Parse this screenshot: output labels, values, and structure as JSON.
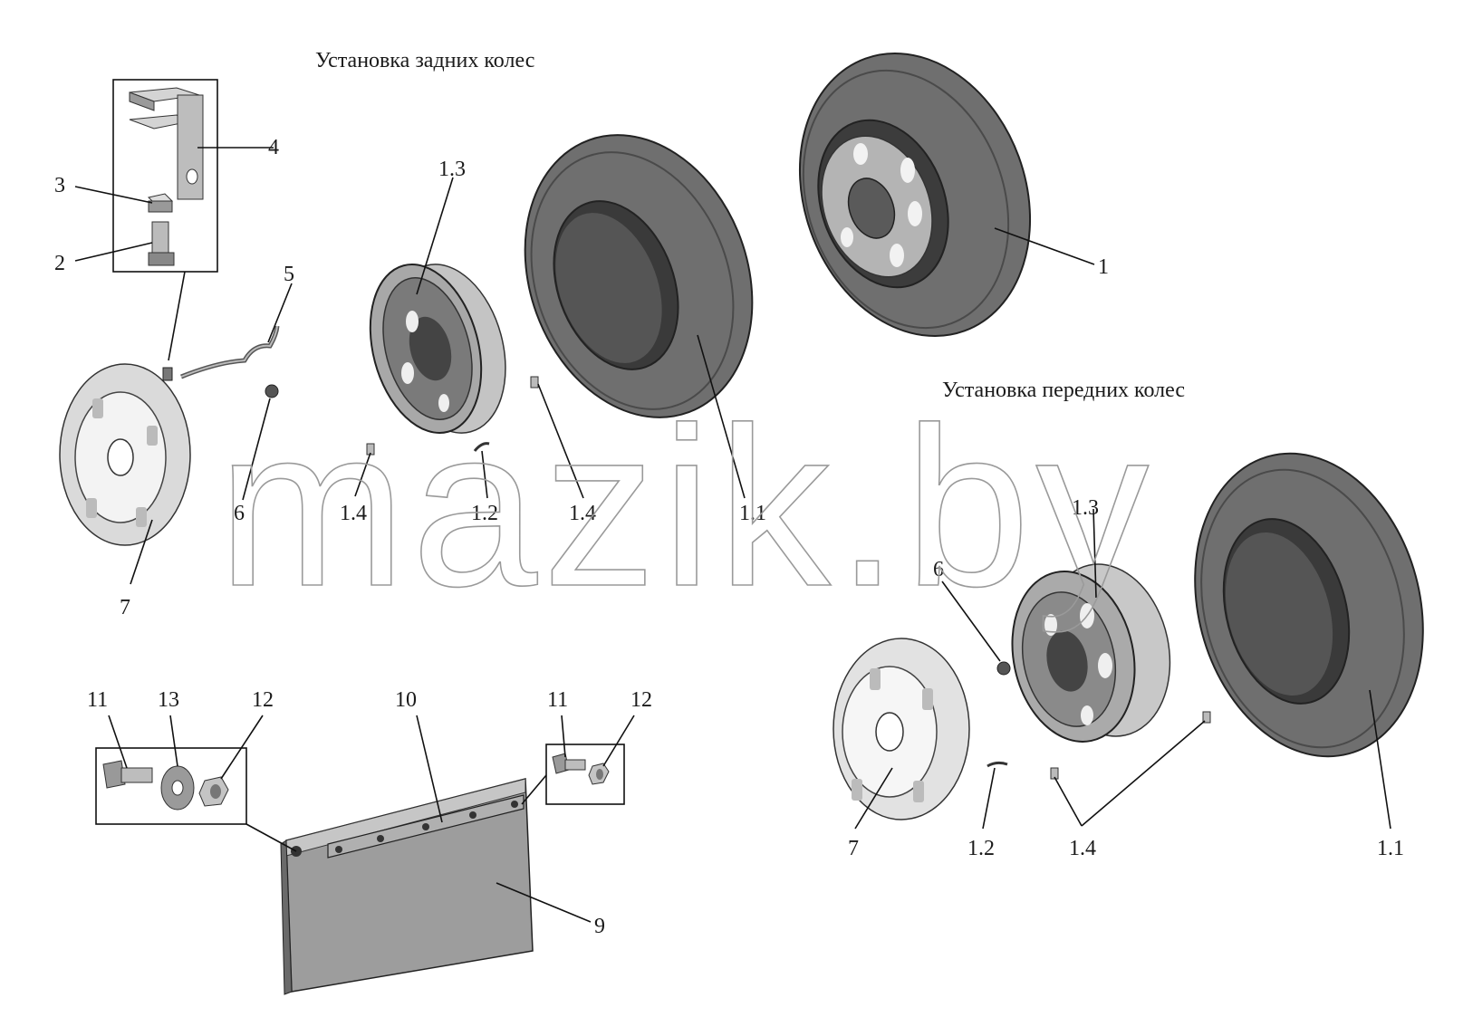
{
  "titles": {
    "rear": "Установка задних колес",
    "front": "Установка передних колес"
  },
  "watermark": "mazik.by",
  "labels": {
    "l1": "1",
    "l2": "2",
    "l3": "3",
    "l4": "4",
    "l5": "5",
    "rear_6": "6",
    "rear_7": "7",
    "rear_1_1": "1.1",
    "rear_1_2": "1.2",
    "rear_1_3": "1.3",
    "rear_1_4a": "1.4",
    "rear_1_4b": "1.4",
    "front_6": "6",
    "front_7": "7",
    "front_1_1": "1.1",
    "front_1_2": "1.2",
    "front_1_3": "1.3",
    "front_1_4": "1.4",
    "l9": "9",
    "l10": "10",
    "l11a": "11",
    "l11b": "11",
    "l12a": "12",
    "l12b": "12",
    "l13": "13"
  },
  "colors": {
    "tire": "#6f6f6f",
    "tire_dark": "#3c3c3c",
    "rim": "#a8a8a8",
    "disc": "#d6d6d6",
    "mudflap": "#9d9d9d"
  }
}
